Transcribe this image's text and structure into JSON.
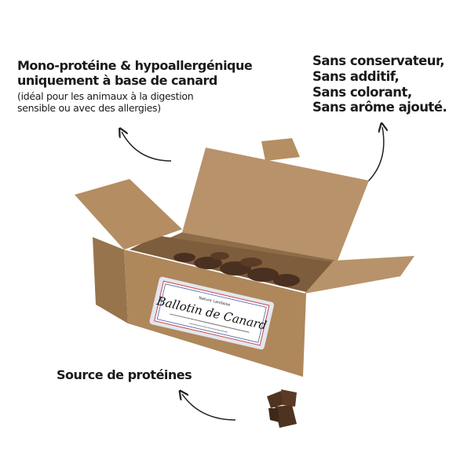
{
  "callouts": {
    "top_left": {
      "title_line1": "Mono-protéine & hypoallergénique",
      "title_line2": "uniquement à base de canard",
      "note_line1": "(idéal pour les animaux à la digestion",
      "note_line2": "sensible ou avec des allergies)"
    },
    "top_right": {
      "line1": "Sans conservateur,",
      "line2": "Sans additif,",
      "line3": "Sans colorant,",
      "line4": "Sans arôme ajouté."
    },
    "bottom": {
      "label": "Source de protéines"
    }
  },
  "product": {
    "label_title": "Ballotin de Canard",
    "label_brand": "Nature Landaise"
  },
  "colors": {
    "cardboard": "#b08a5e",
    "cardboard_dark": "#97744c",
    "treat": "#4a3020",
    "text": "#1a1a1a"
  }
}
